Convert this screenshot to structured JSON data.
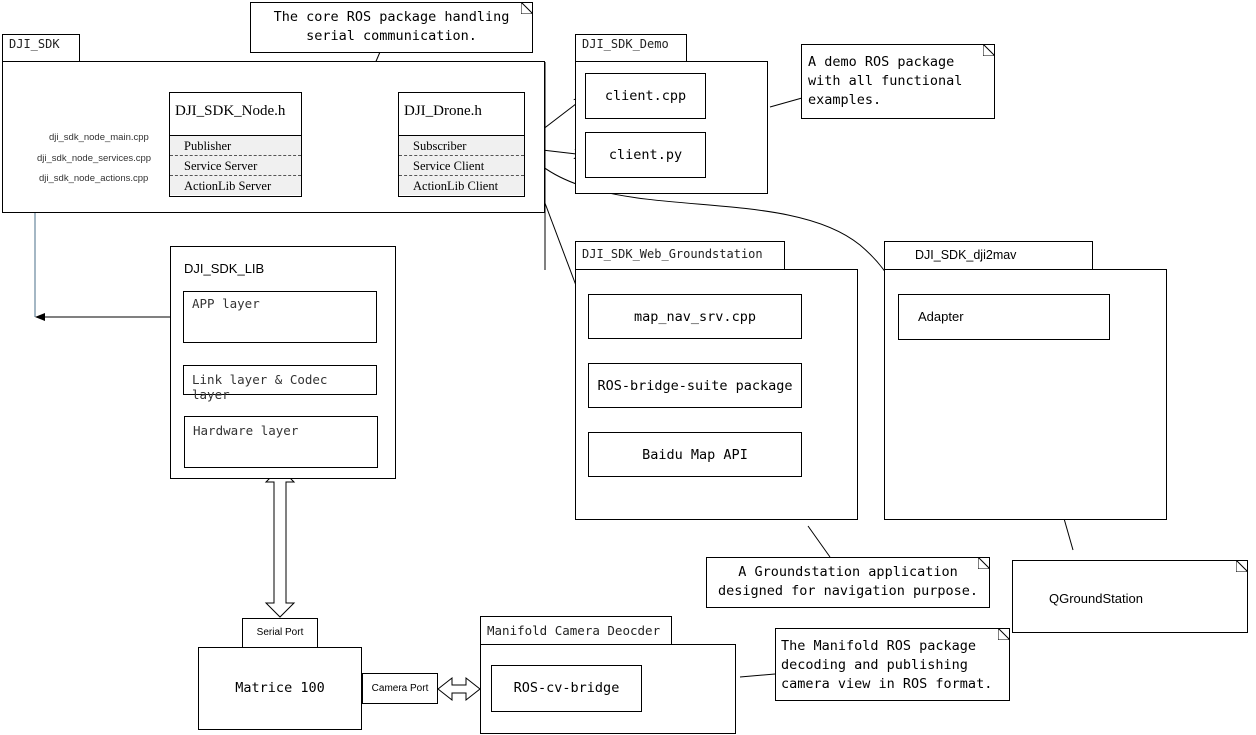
{
  "notes": {
    "core": [
      "The core ROS package handling",
      "serial communication."
    ],
    "demo": [
      "A demo ROS package",
      "with all functional",
      "examples."
    ],
    "groundstation": [
      "A Groundstation application",
      "designed for navigation purpose."
    ],
    "qground": "QGroundStation",
    "manifold": [
      "The Manifold ROS package",
      "decoding and publishing",
      "camera view in ROS format."
    ]
  },
  "packages": {
    "dji_sdk": "DJI_SDK",
    "demo": "DJI_SDK_Demo",
    "web_groundstation": "DJI_SDK_Web_Groundstation",
    "dji2mav": "DJI_SDK_dji2mav",
    "manifold": "Manifold Camera Deocder"
  },
  "node_class": {
    "title": "DJI_SDK_Node.h",
    "rows": [
      "Publisher",
      "Service Server",
      "ActionLib Server"
    ]
  },
  "drone_class": {
    "title": "DJI_Drone.h",
    "rows": [
      "Subscriber",
      "Service Client",
      "ActionLib Client"
    ]
  },
  "source_files": [
    "dji_sdk_node_main.cpp",
    "dji_sdk_node_services.cpp",
    "dji_sdk_node_actions.cpp"
  ],
  "lib": {
    "title": "DJI_SDK_LIB",
    "app_layer": "APP layer",
    "link_layer": "Link layer & Codec layer",
    "hardware_layer": "Hardware layer"
  },
  "demo_items": [
    "client.cpp",
    "client.py"
  ],
  "web_items": [
    "map_nav_srv.cpp",
    "ROS-bridge-suite package",
    "Baidu Map API"
  ],
  "adapter": "Adapter",
  "hardware": {
    "serial_port": "Serial Port",
    "matrice": "Matrice 100",
    "camera_port": "Camera Port",
    "cv_bridge": "ROS-cv-bridge"
  }
}
